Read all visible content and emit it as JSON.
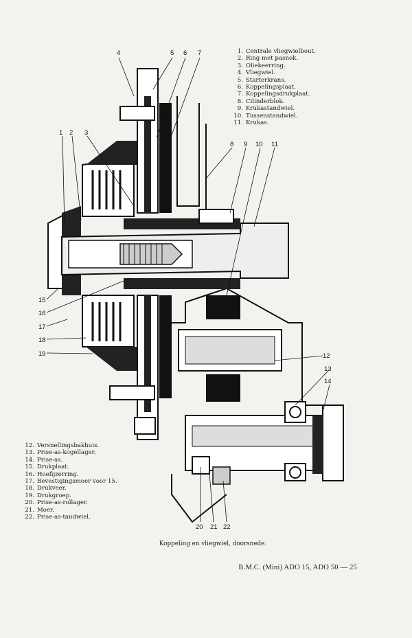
{
  "legend_top": [
    {
      "num": "1.",
      "text": "Centrale vliegwielbout."
    },
    {
      "num": "2.",
      "text": "Ring met pasnok."
    },
    {
      "num": "3.",
      "text": "Oliekeerring."
    },
    {
      "num": "4.",
      "text": "Vliegwiel."
    },
    {
      "num": "5.",
      "text": "Starterkrans."
    },
    {
      "num": "6.",
      "text": "Koppelingsplaat."
    },
    {
      "num": "7.",
      "text": "Koppelingsdrukplaat."
    },
    {
      "num": "8.",
      "text": "Cilinderblok."
    },
    {
      "num": "9.",
      "text": "Krukastandwiel."
    },
    {
      "num": "10.",
      "text": "Tussenstandwiel."
    },
    {
      "num": "11.",
      "text": "Krukas."
    }
  ],
  "legend_bottom": [
    {
      "num": "12.",
      "text": "Versnellingsbakhuis."
    },
    {
      "num": "13.",
      "text": "Prise-as-kogellager."
    },
    {
      "num": "14.",
      "text": "Prise-as."
    },
    {
      "num": "15.",
      "text": "Drukplaat."
    },
    {
      "num": "16.",
      "text": "Hoefijzerring."
    },
    {
      "num": "17.",
      "text": "Bevestigingsmoer voor 15."
    },
    {
      "num": "18.",
      "text": "Drukveer."
    },
    {
      "num": "19.",
      "text": "Drukgroep."
    },
    {
      "num": "20.",
      "text": "Prise-as-rollager."
    },
    {
      "num": "21.",
      "text": "Moer."
    },
    {
      "num": "22.",
      "text": "Prise-as-tandwiel."
    }
  ],
  "callouts": {
    "c1": "1",
    "c2": "2",
    "c3": "3",
    "c4": "4",
    "c5": "5",
    "c6": "6",
    "c7": "7",
    "c8": "8",
    "c9": "9",
    "c10": "10",
    "c11": "11",
    "c12": "12",
    "c13": "13",
    "c14": "14",
    "c15": "15",
    "c16": "16",
    "c17": "17",
    "c18": "18",
    "c19": "19",
    "c20": "20",
    "c21": "21",
    "c22": "22"
  },
  "caption": "Koppeling en vliegwiel, doorsnede.",
  "footer": "B.M.C. (Mini) ADO 15, ADO 50 — 25"
}
